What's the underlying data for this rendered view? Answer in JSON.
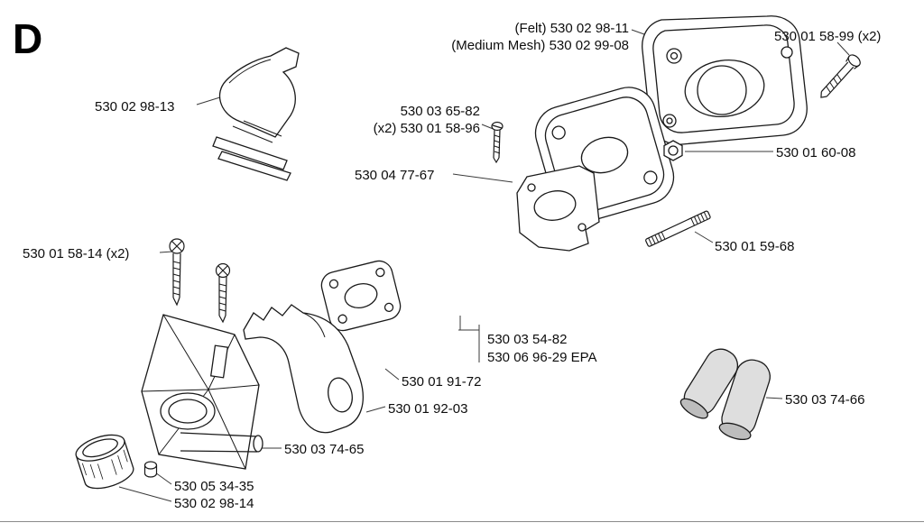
{
  "section_letter": "D",
  "colors": {
    "line": "#1a1a1a",
    "background": "#ffffff"
  },
  "labels": {
    "felt": "(Felt) 530 02 98-11",
    "medium_mesh": "(Medium Mesh) 530 02 99-08",
    "cover_screws": "530 01 58-99 (x2)",
    "deflector": "530 02 98-13",
    "filter_plate": "530 03 65-82",
    "filter_screws": "(x2) 530 01 58-96",
    "carb_gasket": "530 04 77-67",
    "nut": "530 01 60-08",
    "stud": "530 01 59-68",
    "mount_screws": "530 01 58-14 (x2)",
    "assembly": "530 03 54-82",
    "assembly_epa": "530 06 96-29 EPA",
    "intake_gasket": "530 01 91-72",
    "manifold": "530 01 92-03",
    "clamp": "530 03 74-66",
    "airbox": "530 03 74-65",
    "plug": "530 05 34-35",
    "collar": "530 02 98-14"
  }
}
